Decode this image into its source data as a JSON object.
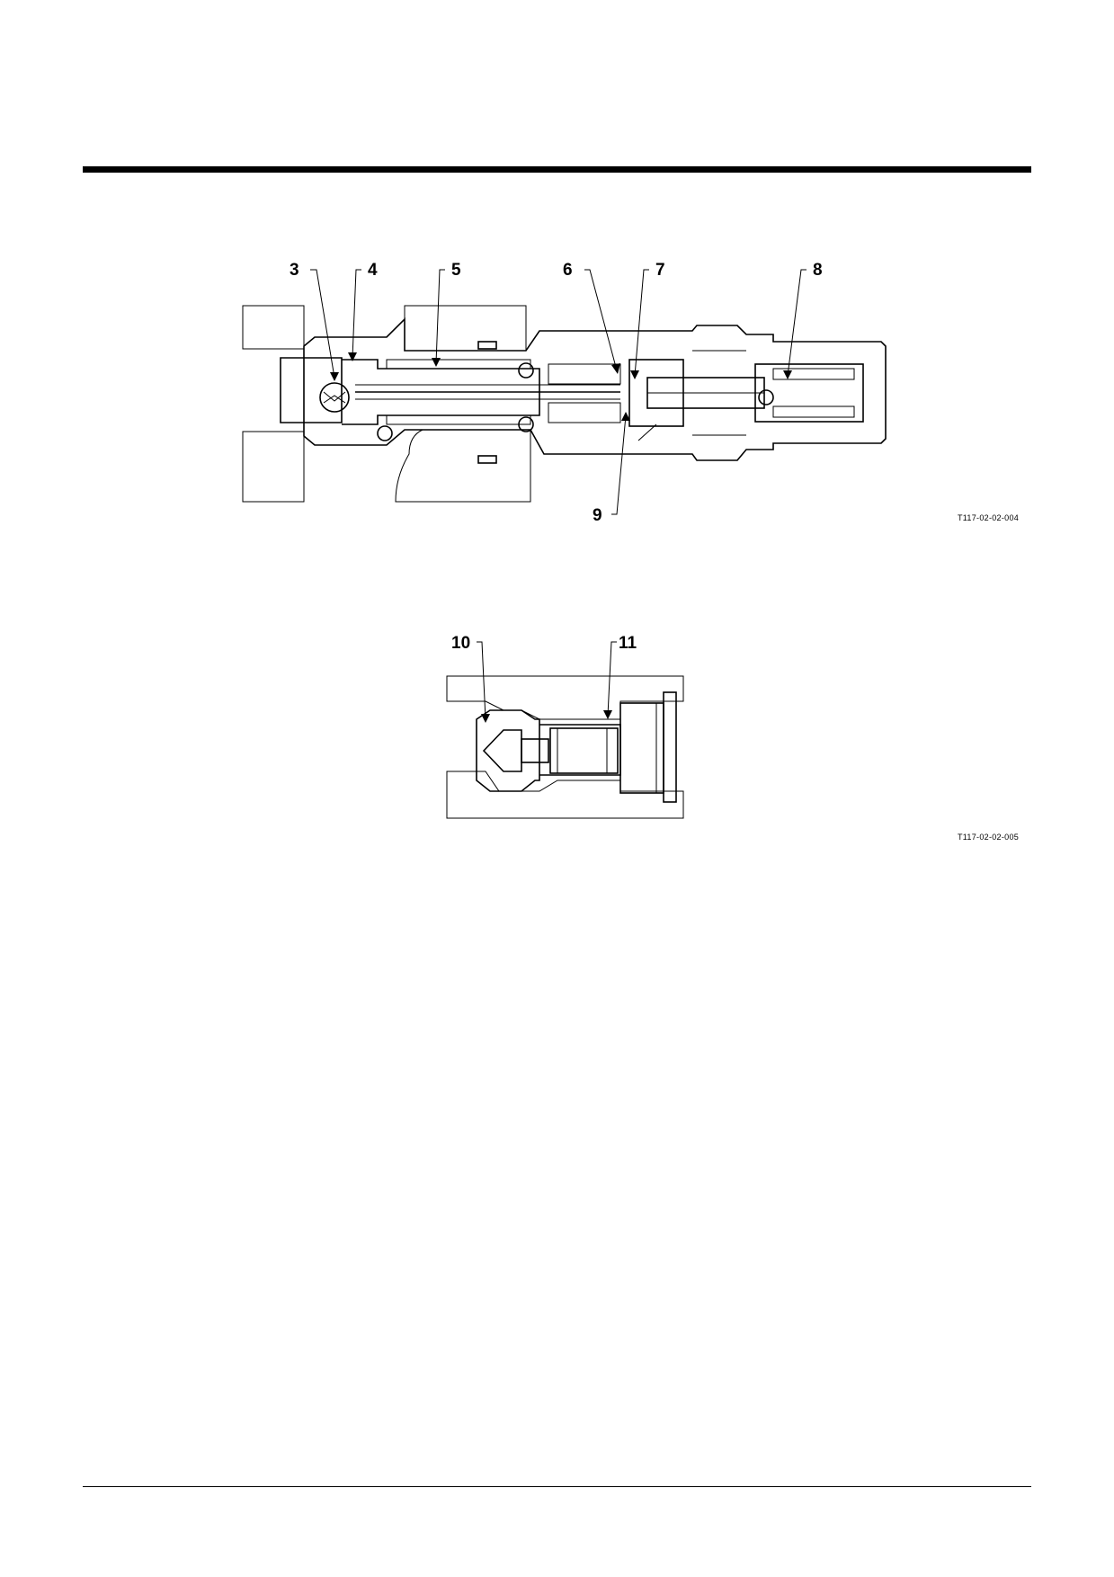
{
  "figure1": {
    "callouts": [
      "3",
      "4",
      "5",
      "6",
      "7",
      "8",
      "9"
    ],
    "figure_id": "T117-02-02-004"
  },
  "figure2": {
    "callouts": [
      "10",
      "11"
    ],
    "figure_id": "T117-02-02-005"
  }
}
